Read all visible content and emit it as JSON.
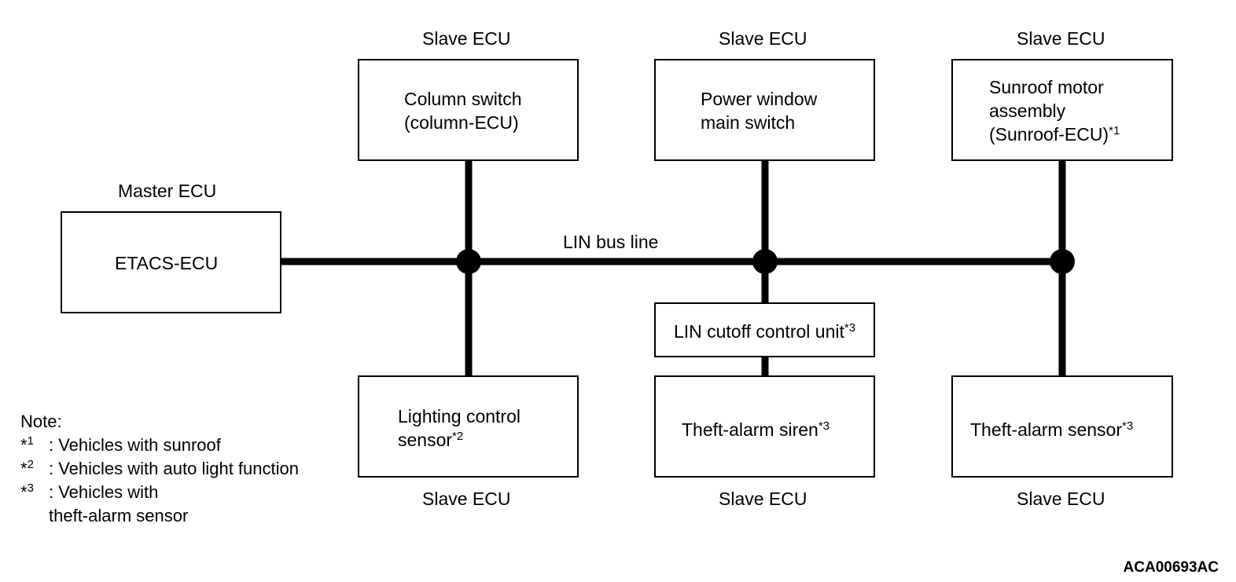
{
  "bus": {
    "label": "LIN bus line"
  },
  "master": {
    "role": "Master ECU",
    "name": "ETACS-ECU"
  },
  "slaves": {
    "column_switch": {
      "role": "Slave ECU",
      "line1": "Column switch",
      "line2": "(column-ECU)"
    },
    "power_window": {
      "role": "Slave ECU",
      "line1": "Power window",
      "line2": "main switch"
    },
    "sunroof": {
      "role": "Slave ECU",
      "line1": "Sunroof motor",
      "line2": "assembly",
      "line3": "(Sunroof-ECU)",
      "ref": "*1"
    },
    "lighting": {
      "role": "Slave ECU",
      "line1": "Lighting control",
      "line2": "sensor",
      "ref": "*2"
    },
    "siren": {
      "role": "Slave ECU",
      "line1": "Theft-alarm siren",
      "ref": "*3"
    },
    "theft_sensor": {
      "role": "Slave ECU",
      "line1": "Theft-alarm sensor",
      "ref": "*3"
    }
  },
  "cutoff": {
    "name": "LIN cutoff control unit",
    "ref": "*3"
  },
  "notes": {
    "title": "Note:",
    "items": [
      {
        "mark": "*",
        "num": "1",
        "text": ": Vehicles with sunroof"
      },
      {
        "mark": "*",
        "num": "2",
        "text": ": Vehicles with auto light function"
      },
      {
        "mark": "*",
        "num": "3",
        "text": ": Vehicles with",
        "continuation": "theft-alarm sensor"
      }
    ]
  },
  "figure_code": "ACA00693AC"
}
